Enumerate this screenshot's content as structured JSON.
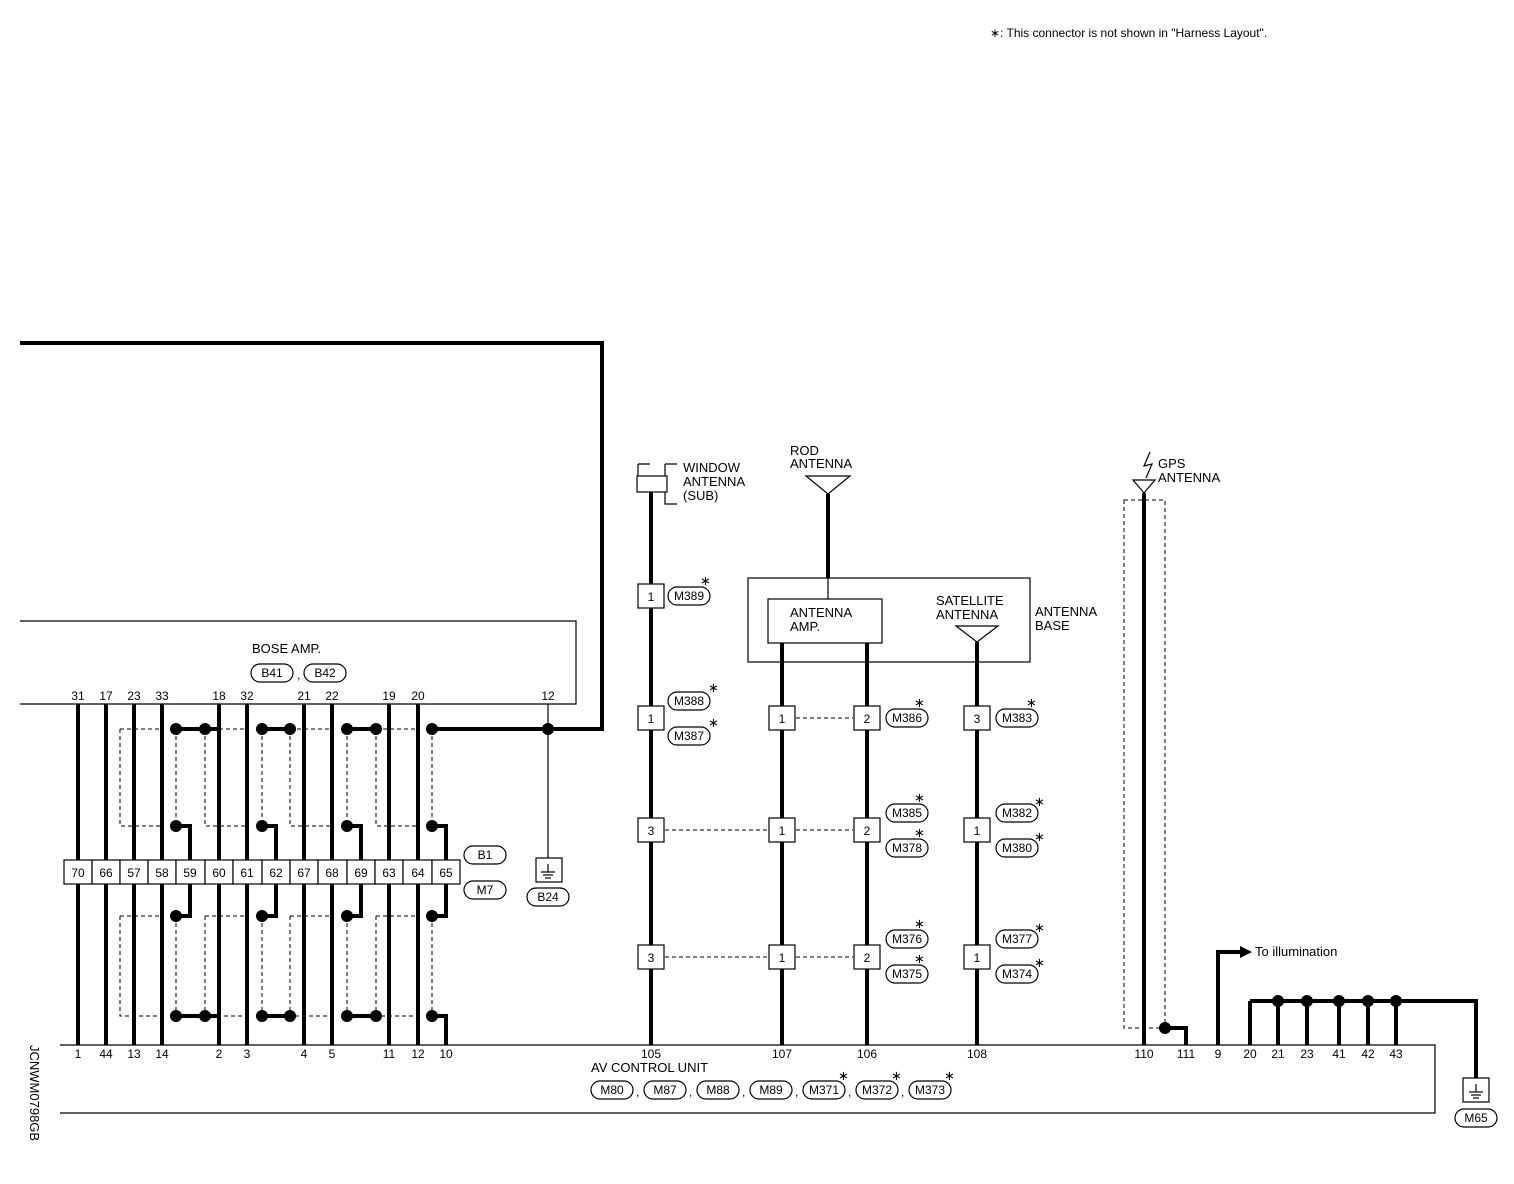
{
  "note": "∗: This connector is not shown in \"Harness Layout\".",
  "side_code": "JCNWM0798GB",
  "bose_amp": {
    "name": "BOSE AMP.",
    "connectors": [
      "B41",
      "B42"
    ],
    "pins": [
      "31",
      "17",
      "23",
      "33",
      "18",
      "32",
      "21",
      "22",
      "19",
      "20",
      "12"
    ]
  },
  "joint_connector": {
    "cells": [
      "70",
      "66",
      "57",
      "58",
      "59",
      "60",
      "61",
      "62",
      "67",
      "68",
      "69",
      "63",
      "64",
      "65"
    ],
    "connectors": [
      "B1",
      "M7"
    ]
  },
  "ground_b24": "B24",
  "ground_m65": "M65",
  "window_antenna": {
    "label": [
      "WINDOW",
      "ANTENNA",
      "(SUB)"
    ],
    "connectors": [
      "M389",
      "M388",
      "M387"
    ]
  },
  "rod_antenna": {
    "label": [
      "ROD",
      "ANTENNA"
    ]
  },
  "antenna_base": {
    "label": [
      "ANTENNA",
      "BASE"
    ],
    "amp": [
      "ANTENNA",
      "AMP."
    ],
    "satellite": [
      "SATELLITE",
      "ANTENNA"
    ]
  },
  "gps_antenna": {
    "label": [
      "GPS",
      "ANTENNA"
    ]
  },
  "terminal_boxes": {
    "c105": [
      "1",
      "1",
      "3",
      "3"
    ],
    "c107": [
      "1",
      "1",
      "1"
    ],
    "c106": [
      "2",
      "2",
      "2"
    ],
    "c108": [
      "3",
      "1",
      "1"
    ]
  },
  "connector_tags": {
    "m386": "M386",
    "m383": "M383",
    "m385": "M385",
    "m378": "M378",
    "m382": "M382",
    "m380": "M380",
    "m376": "M376",
    "m375": "M375",
    "m377": "M377",
    "m374": "M374"
  },
  "to_illumination": "To illumination",
  "av_control_unit": {
    "name": "AV CONTROL UNIT",
    "connectors": [
      "M80",
      "M87",
      "M88",
      "M89",
      "M371",
      "M372",
      "M373"
    ],
    "pins": [
      "1",
      "44",
      "13",
      "14",
      "2",
      "3",
      "4",
      "5",
      "11",
      "12",
      "10",
      "105",
      "107",
      "106",
      "108",
      "110",
      "111",
      "9",
      "20",
      "21",
      "23",
      "41",
      "42",
      "43"
    ]
  },
  "star": "∗",
  "comma": ","
}
